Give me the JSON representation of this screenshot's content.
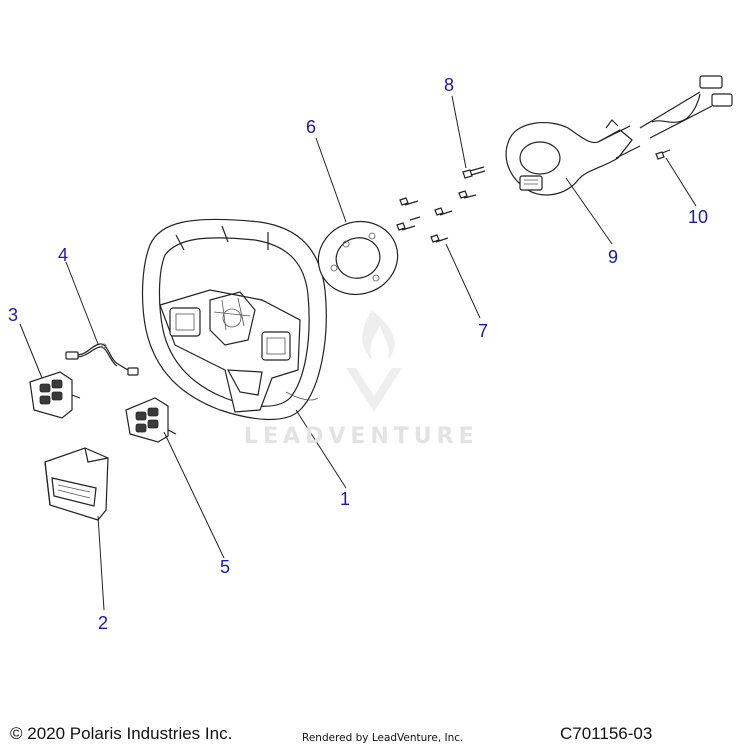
{
  "callouts": [
    {
      "id": "1",
      "label": "1"
    },
    {
      "id": "2",
      "label": "2"
    },
    {
      "id": "3",
      "label": "3"
    },
    {
      "id": "4",
      "label": "4"
    },
    {
      "id": "5",
      "label": "5"
    },
    {
      "id": "6",
      "label": "6"
    },
    {
      "id": "7",
      "label": "7"
    },
    {
      "id": "8",
      "label": "8"
    },
    {
      "id": "9",
      "label": "9"
    },
    {
      "id": "10",
      "label": "10"
    }
  ],
  "watermark": {
    "text": "LEADVENTURE"
  },
  "footer": {
    "copyright": "© 2020 Polaris Industries Inc.",
    "rendered_by": "Rendered by LeadVenture, Inc.",
    "diagram_code": "C701156-03"
  },
  "colors": {
    "callout": "#1a1aa8",
    "line": "#222222",
    "watermark": "#e3e3e3"
  }
}
